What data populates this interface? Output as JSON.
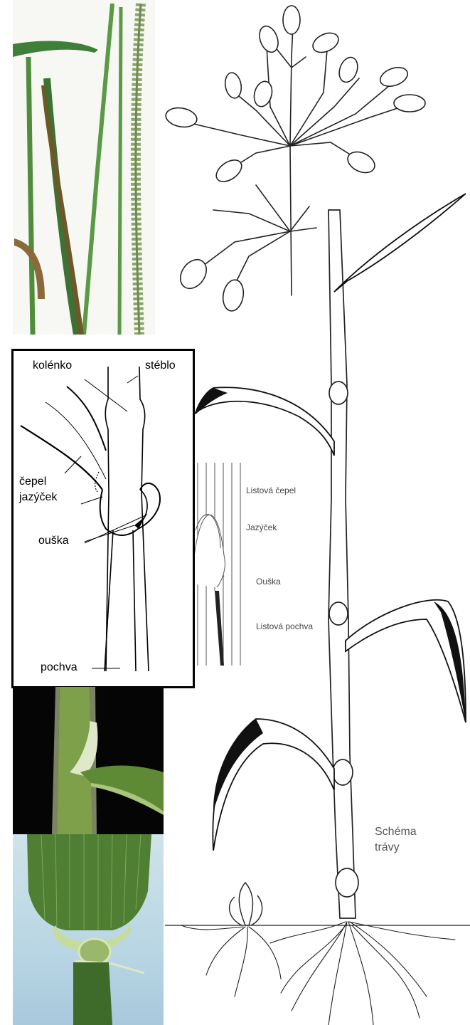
{
  "inset_labels": {
    "kolenko": "kolénko",
    "steblo": "stéblo",
    "cepel": "čepel",
    "jazycek": "jazýček",
    "ouska": "ouška",
    "pochva": "pochva"
  },
  "sketch_labels": {
    "listova_cepel": "Listová čepel",
    "jazycek": "Jazýček",
    "ouska": "Ouška",
    "listova_pochva": "Listová pochva"
  },
  "caption": {
    "line1": "Schéma",
    "line2": "trávy"
  },
  "colors": {
    "ink": "#1a1a1a",
    "grass_green": "#6f9a4a",
    "photo_black": "#050505"
  }
}
